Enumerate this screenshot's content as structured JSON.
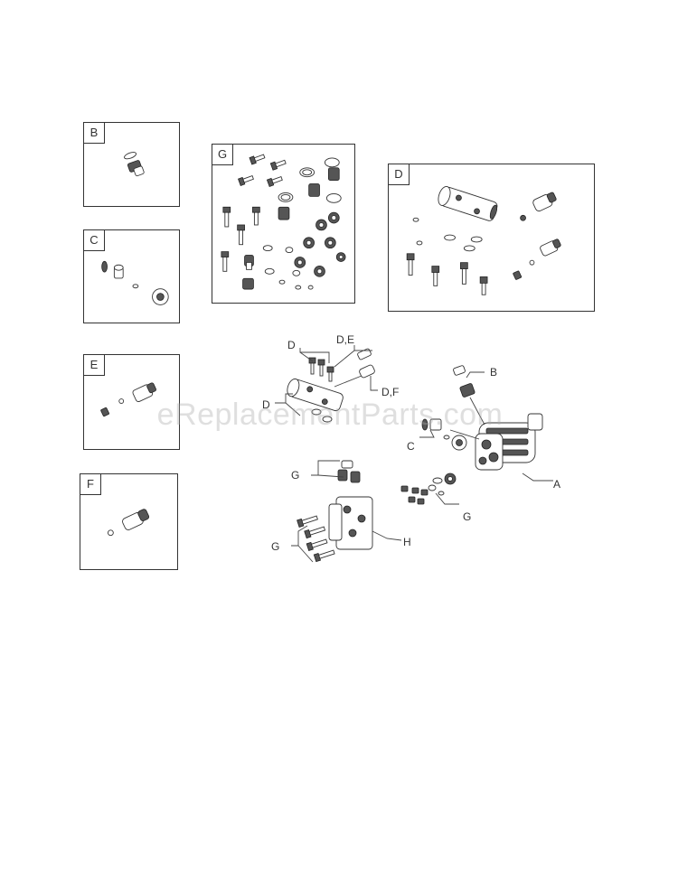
{
  "kits": {
    "B": {
      "label": "B"
    },
    "C": {
      "label": "C"
    },
    "E": {
      "label": "E"
    },
    "F": {
      "label": "F"
    },
    "G": {
      "label": "G"
    },
    "D": {
      "label": "D"
    }
  },
  "callouts": {
    "d_top": "D",
    "de": "D,E",
    "d_left": "D",
    "df": "D,F",
    "b": "B",
    "c": "C",
    "a": "A",
    "g_top": "G",
    "g_right": "G",
    "g_left": "G",
    "h": "H"
  },
  "watermark": "eReplacementParts.com"
}
